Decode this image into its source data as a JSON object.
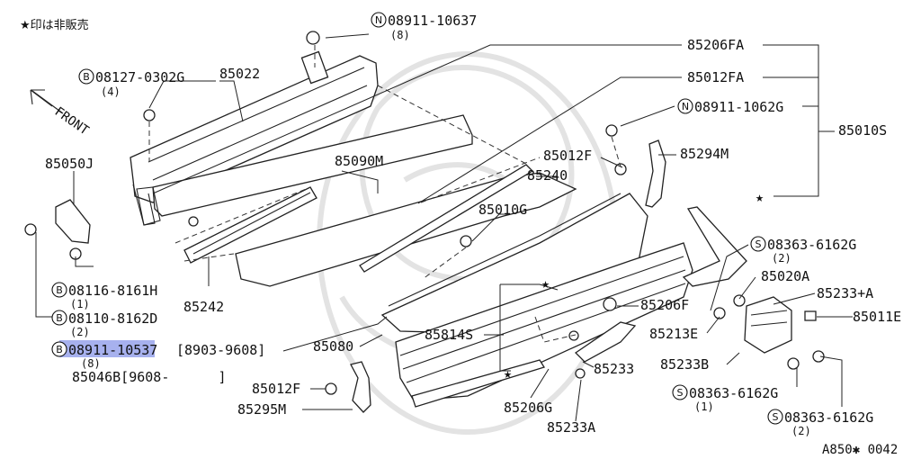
{
  "note": "★印は非販売",
  "front_label": "FRONT",
  "figure_id": "A850✱ 0042",
  "callouts": {
    "n_08911_10637": {
      "prefix": "N",
      "part": "08911-10637",
      "qty": "(8)"
    },
    "b_08127_0302g": {
      "prefix": "B",
      "part": "08127-0302G",
      "qty": "(4)"
    },
    "p_85022": "85022",
    "p_85206fa": "85206FA",
    "p_85012fa": "85012FA",
    "n_08911_1062g": {
      "prefix": "N",
      "part": "08911-1062G"
    },
    "p_85010s": "85010S",
    "p_85050j": "85050J",
    "p_85090m": "85090M",
    "p_85012f_top": "85012F",
    "p_85294m": "85294M",
    "p_85240": "85240",
    "p_85010g": "85010G",
    "s_08363_6162g_top": {
      "prefix": "S",
      "part": "08363-6162G",
      "qty": "(2)"
    },
    "p_85020a": "85020A",
    "p_85233a_plus": "85233+A",
    "p_85011e": "85011E",
    "p_85206f": "85206F",
    "p_85213e": "85213E",
    "p_85242": "85242",
    "b_08116_8161h": {
      "prefix": "B",
      "part": "08116-8161H",
      "qty": "(1)"
    },
    "b_08110_8162d": {
      "prefix": "B",
      "part": "08110-8162D",
      "qty": "(2)"
    },
    "b_08911_10537": {
      "prefix": "B",
      "part": "08911-10537",
      "qty": "(8)",
      "suffix": "[8903-9608]"
    },
    "p_85046b": "85046B[9608-      ]",
    "p_85080": "85080",
    "p_85814s": "85814S",
    "p_85233": "85233",
    "p_85233b": "85233B",
    "p_85012f_bottom": "85012F",
    "p_85295m": "85295M",
    "p_85206g": "85206G",
    "p_85233a": "85233A",
    "s_08363_6162g_mid": {
      "prefix": "S",
      "part": "08363-6162G",
      "qty": "(1)"
    },
    "s_08363_6162g_bottom": {
      "prefix": "S",
      "part": "08363-6162G",
      "qty": "(2)"
    }
  },
  "colors": {
    "highlight": "#8a97e8",
    "ink": "#111111",
    "watermark": "#e3e3e3"
  }
}
